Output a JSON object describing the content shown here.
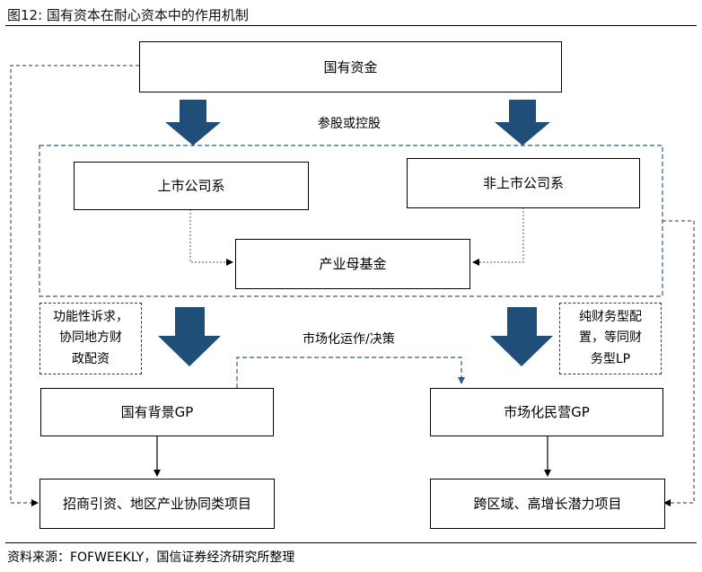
{
  "figure": {
    "title": "图12: 国有资本在耐心资本中的作用机制",
    "source": "资料来源：FOFWEEKLY，国信证券经济研究所整理"
  },
  "nodes": {
    "state_capital": "国有资金",
    "listed_companies": "上市公司系",
    "unlisted_companies": "非上市公司系",
    "industry_fof": "产业母基金",
    "state_gp": "国有背景GP",
    "market_gp": "市场化民营GP",
    "local_projects": "招商引资、地区产业协同类项目",
    "cross_region_projects": "跨区域、高增长潜力项目"
  },
  "labels": {
    "stake": "参股或控股",
    "market_ops": "市场化运作/决策"
  },
  "notes": {
    "functional": [
      "功能性诉求，",
      "协同地方财",
      "政配资"
    ],
    "financial": [
      "纯财务型配",
      "置，等同财",
      "务型LP"
    ]
  },
  "colors": {
    "big_arrow": "#1f4e79",
    "dashed_blue": "#2e5c8a",
    "border": "#000000"
  }
}
